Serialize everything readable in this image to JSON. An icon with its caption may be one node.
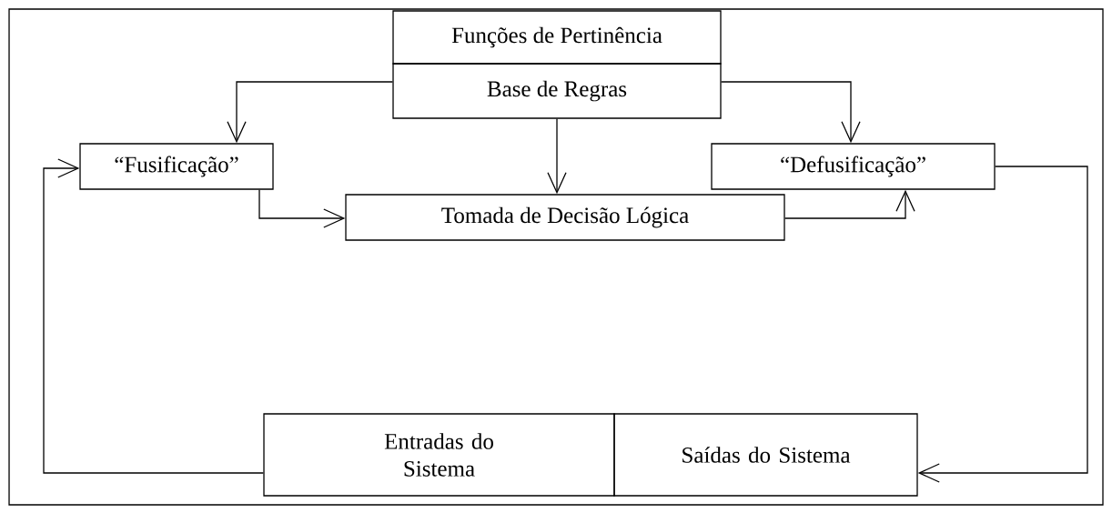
{
  "diagram": {
    "nodes": [
      {
        "text": [
          "Funções de Pertinência"
        ]
      },
      {
        "text": [
          "Base de Regras"
        ]
      },
      {
        "text": [
          "“Fusificação”"
        ]
      },
      {
        "text": [
          "“Defusificação”"
        ]
      },
      {
        "text": [
          "Tomada de Decisão Lógica"
        ]
      },
      {
        "text": [
          "Entradas do Sistema"
        ]
      },
      {
        "text": [
          "Saídas do Sistema"
        ]
      }
    ],
    "edges": [
      {
        "from": 1,
        "to": 2,
        "arrow": "to"
      },
      {
        "from": 1,
        "to": 4,
        "arrow": "to"
      },
      {
        "from": 1,
        "to": 3,
        "arrow": "to"
      },
      {
        "from": 2,
        "to": 4,
        "arrow": "to"
      },
      {
        "from": 4,
        "to": 3,
        "arrow": "to"
      },
      {
        "from": 3,
        "to": 6,
        "arrow": "to"
      },
      {
        "from": 5,
        "to": 2,
        "arrow": "to"
      }
    ]
  }
}
